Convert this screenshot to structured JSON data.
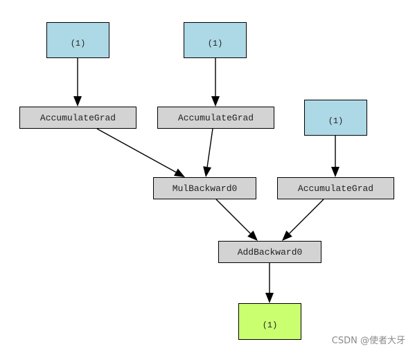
{
  "graph": {
    "nodes": {
      "param_a": {
        "label": "(1)",
        "kind": "tensor"
      },
      "param_b": {
        "label": "(1)",
        "kind": "tensor"
      },
      "param_c": {
        "label": "(1)",
        "kind": "tensor"
      },
      "acc_a": {
        "label": "AccumulateGrad",
        "kind": "op"
      },
      "acc_b": {
        "label": "AccumulateGrad",
        "kind": "op"
      },
      "acc_c": {
        "label": "AccumulateGrad",
        "kind": "op"
      },
      "mul": {
        "label": "MulBackward0",
        "kind": "op"
      },
      "add": {
        "label": "AddBackward0",
        "kind": "op"
      },
      "out": {
        "label": "(1)",
        "kind": "output"
      }
    },
    "edges": [
      [
        "param_a",
        "acc_a"
      ],
      [
        "param_b",
        "acc_b"
      ],
      [
        "param_c",
        "acc_c"
      ],
      [
        "acc_a",
        "mul"
      ],
      [
        "acc_b",
        "mul"
      ],
      [
        "mul",
        "add"
      ],
      [
        "acc_c",
        "add"
      ],
      [
        "add",
        "out"
      ]
    ]
  },
  "watermark": "CSDN @使者大牙"
}
